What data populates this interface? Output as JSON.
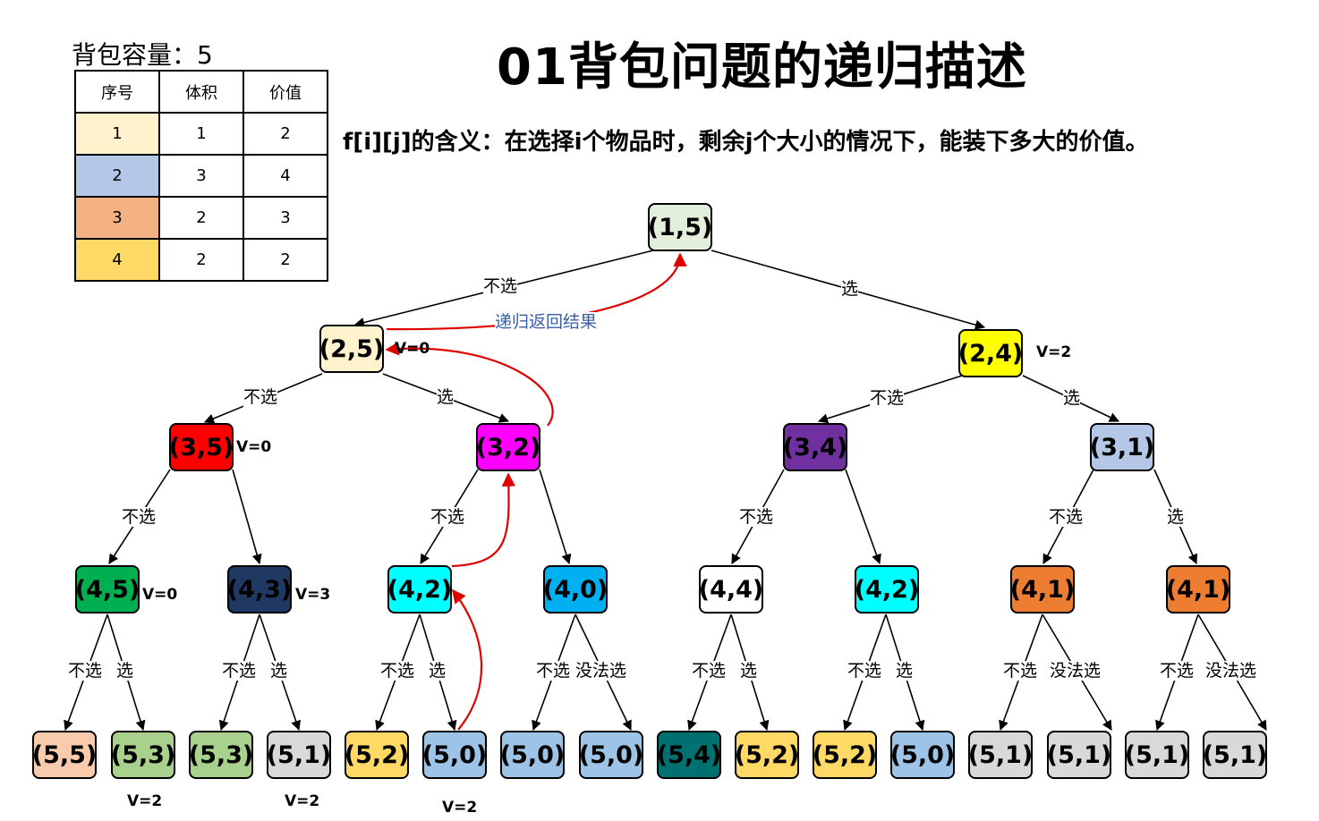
{
  "capacity": "背包容量：5",
  "title": "01背包问题的递归描述",
  "meaning": "f[i][j]的含义：在选择i个物品时，剩余j个大小的情况下，能装下多大的价值。",
  "table": {
    "headers": [
      "序号",
      "体积",
      "价值"
    ],
    "rows": [
      {
        "id": "1",
        "volume": "1",
        "value": "2",
        "color": "#fff2cc"
      },
      {
        "id": "2",
        "volume": "3",
        "value": "4",
        "color": "#b4c7e7"
      },
      {
        "id": "3",
        "volume": "2",
        "value": "3",
        "color": "#f4b183"
      },
      {
        "id": "4",
        "volume": "2",
        "value": "2",
        "color": "#ffd966"
      }
    ]
  },
  "nodes": {
    "n15": {
      "label": "(1,5)",
      "color": "#e2efda"
    },
    "n25": {
      "label": "(2,5)",
      "color": "#fff2cc"
    },
    "n24": {
      "label": "(2,4)",
      "color": "#ffff00"
    },
    "n35": {
      "label": "(3,5)",
      "color": "#ff0000"
    },
    "n32": {
      "label": "(3,2)",
      "color": "#ff00ff"
    },
    "n34": {
      "label": "(3,4)",
      "color": "#7030a0"
    },
    "n31": {
      "label": "(3,1)",
      "color": "#b4c7e7"
    },
    "n45": {
      "label": "(4,5)",
      "color": "#00b050"
    },
    "n43": {
      "label": "(4,3)",
      "color": "#203864"
    },
    "n42a": {
      "label": "(4,2)",
      "color": "#00ffff"
    },
    "n40": {
      "label": "(4,0)",
      "color": "#00b0f0"
    },
    "n44": {
      "label": "(4,4)",
      "color": "#ffffff"
    },
    "n42b": {
      "label": "(4,2)",
      "color": "#00ffff"
    },
    "n41a": {
      "label": "(4,1)",
      "color": "#ed7d31"
    },
    "n41b": {
      "label": "(4,1)",
      "color": "#ed7d31"
    },
    "l1": {
      "label": "(5,5)",
      "color": "#f8cbad"
    },
    "l2": {
      "label": "(5,3)",
      "color": "#a9d18e"
    },
    "l3": {
      "label": "(5,3)",
      "color": "#a9d18e"
    },
    "l4": {
      "label": "(5,1)",
      "color": "#d9d9d9"
    },
    "l5": {
      "label": "(5,2)",
      "color": "#ffd966"
    },
    "l6": {
      "label": "(5,0)",
      "color": "#9dc3e6"
    },
    "l7": {
      "label": "(5,0)",
      "color": "#9dc3e6"
    },
    "l8": {
      "label": "(5,0)",
      "color": "#9dc3e6"
    },
    "l9": {
      "label": "(5,4)",
      "color": "#007070"
    },
    "l10": {
      "label": "(5,2)",
      "color": "#ffd966"
    },
    "l11": {
      "label": "(5,2)",
      "color": "#ffd966"
    },
    "l12": {
      "label": "(5,0)",
      "color": "#9dc3e6"
    },
    "l13": {
      "label": "(5,1)",
      "color": "#d9d9d9"
    },
    "l14": {
      "label": "(5,1)",
      "color": "#d9d9d9"
    },
    "l15": {
      "label": "(5,1)",
      "color": "#d9d9d9"
    },
    "l16": {
      "label": "(5,1)",
      "color": "#d9d9d9"
    }
  },
  "edge_labels": {
    "not_select": "不选",
    "select": "选",
    "cannot_select": "没法选"
  },
  "values": {
    "v0": "V=0",
    "v2": "V=2",
    "v3": "V=3"
  },
  "recursion_label": "递归返回结果",
  "arrow_color": "#e00000"
}
